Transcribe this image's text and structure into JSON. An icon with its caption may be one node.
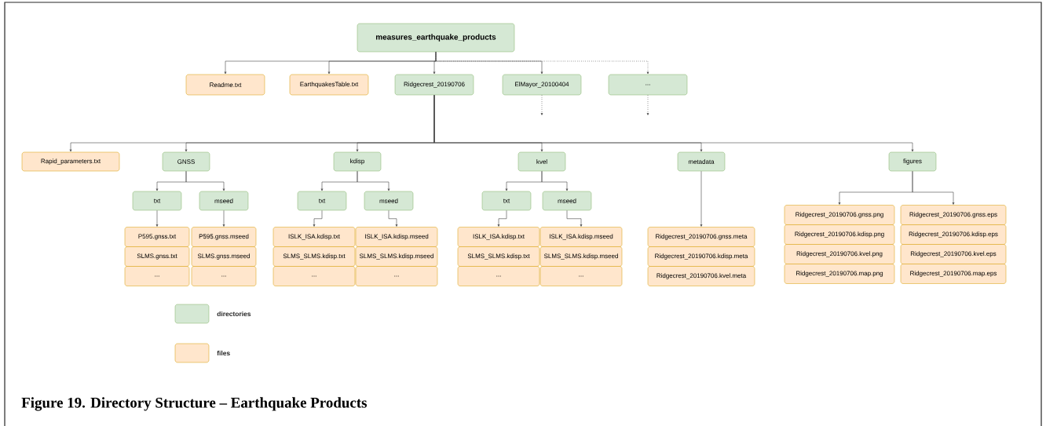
{
  "diagram": {
    "caption": "Figure 19. Directory Structure – Earthquake Products",
    "nodes": [
      {
        "text": [
          "measures_earthquake_products"
        ]
      },
      {
        "text": [
          "Readme.txt"
        ]
      },
      {
        "text": [
          "EarthquakesTable.txt"
        ]
      },
      {
        "text": [
          "Ridgecrest_20190706"
        ]
      },
      {
        "text": [
          "ElMayor_20100404"
        ]
      },
      {
        "text": [
          "..."
        ]
      },
      {
        "text": [
          "Rapid_parameters.txt"
        ]
      },
      {
        "text": [
          "GNSS"
        ]
      },
      {
        "text": [
          "kdisp"
        ]
      },
      {
        "text": [
          "kvel"
        ]
      },
      {
        "text": [
          "metadata"
        ]
      },
      {
        "text": [
          "figures"
        ]
      },
      {
        "text": [
          "txt"
        ]
      },
      {
        "text": [
          "mseed"
        ]
      },
      {
        "text": [
          "txt"
        ]
      },
      {
        "text": [
          "mseed"
        ]
      },
      {
        "text": [
          "txt"
        ]
      },
      {
        "text": [
          "mseed"
        ]
      },
      {
        "text": [
          "P595.gnss.txt"
        ]
      },
      {
        "text": [
          "SLMS.gnss.txt"
        ]
      },
      {
        "text": [
          "..."
        ]
      },
      {
        "text": [
          "P595.gnss.mseed"
        ]
      },
      {
        "text": [
          "SLMS.gnss.mseed"
        ]
      },
      {
        "text": [
          "..."
        ]
      },
      {
        "text": [
          "ISLK_ISA.kdisp.txt"
        ]
      },
      {
        "text": [
          "SLMS_SLMS.kdisp.txt"
        ]
      },
      {
        "text": [
          "..."
        ]
      },
      {
        "text": [
          "ISLK_ISA.kdisp.mseed"
        ]
      },
      {
        "text": [
          "SLMS_SLMS.kdisp.mseed"
        ]
      },
      {
        "text": [
          "..."
        ]
      },
      {
        "text": [
          "ISLK_ISA.kdisp.txt"
        ]
      },
      {
        "text": [
          "SLMS_SLMS.kdisp.txt"
        ]
      },
      {
        "text": [
          "..."
        ]
      },
      {
        "text": [
          "ISLK_ISA.kdisp.mseed"
        ]
      },
      {
        "text": [
          "SLMS_SLMS.kdisp.mseed"
        ]
      },
      {
        "text": [
          "..."
        ]
      },
      {
        "text": [
          "Ridgecrest_20190706.gnss.meta"
        ]
      },
      {
        "text": [
          "Ridgecrest_20190706.kdisp.meta"
        ]
      },
      {
        "text": [
          "Ridgecrest_20190706.kvel.meta"
        ]
      },
      {
        "text": [
          "Ridgecrest_20190706.gnss.png"
        ]
      },
      {
        "text": [
          "Ridgecrest_20190706.kdisp.png"
        ]
      },
      {
        "text": [
          "Ridgecrest_20190706.kvel.png"
        ]
      },
      {
        "text": [
          "Ridgecrest_20190706.map.png"
        ]
      },
      {
        "text": [
          "Ridgecrest_20190706.gnss.eps"
        ]
      },
      {
        "text": [
          "Ridgecrest_20190706.kdisp.eps"
        ]
      },
      {
        "text": [
          "Ridgecrest_20190706.kvel.eps"
        ]
      },
      {
        "text": [
          "Ridgecrest_20190706.map.eps"
        ]
      }
    ],
    "edges": [
      {
        "from": 0,
        "to": 1,
        "arrow": "to"
      },
      {
        "from": 0,
        "to": 2,
        "arrow": "to"
      },
      {
        "from": 0,
        "to": 3,
        "arrow": "to"
      },
      {
        "from": 0,
        "to": 4,
        "arrow": "to"
      },
      {
        "from": 0,
        "to": 5,
        "arrow": "to",
        "style": "dashed"
      },
      {
        "from": 4,
        "to": null,
        "arrow": "to",
        "style": "dashed"
      },
      {
        "from": 5,
        "to": null,
        "arrow": "to",
        "style": "dashed"
      },
      {
        "from": 3,
        "to": 6,
        "arrow": "to"
      },
      {
        "from": 3,
        "to": 7,
        "arrow": "to"
      },
      {
        "from": 3,
        "to": 8,
        "arrow": "to"
      },
      {
        "from": 3,
        "to": 9,
        "arrow": "to"
      },
      {
        "from": 3,
        "to": 10,
        "arrow": "to"
      },
      {
        "from": 3,
        "to": 11,
        "arrow": "to"
      },
      {
        "from": 7,
        "to": 12,
        "arrow": "to"
      },
      {
        "from": 7,
        "to": 13,
        "arrow": "to"
      },
      {
        "from": 8,
        "to": 14,
        "arrow": "to"
      },
      {
        "from": 8,
        "to": 15,
        "arrow": "to"
      },
      {
        "from": 9,
        "to": 16,
        "arrow": "to"
      },
      {
        "from": 9,
        "to": 17,
        "arrow": "to"
      },
      {
        "from": 12,
        "to": 18,
        "arrow": "to"
      },
      {
        "from": 13,
        "to": 21,
        "arrow": "to"
      },
      {
        "from": 14,
        "to": 24,
        "arrow": "to"
      },
      {
        "from": 15,
        "to": 27,
        "arrow": "to"
      },
      {
        "from": 16,
        "to": 30,
        "arrow": "to"
      },
      {
        "from": 17,
        "to": 33,
        "arrow": "to"
      },
      {
        "from": 10,
        "to": 36,
        "arrow": "to"
      },
      {
        "from": 11,
        "to": 39,
        "arrow": "to"
      },
      {
        "from": 11,
        "to": 43,
        "arrow": "to"
      }
    ],
    "legend": [
      {
        "text": "directories",
        "color": "#d5e8d4"
      },
      {
        "text": "files",
        "color": "#ffe6cc"
      }
    ]
  }
}
